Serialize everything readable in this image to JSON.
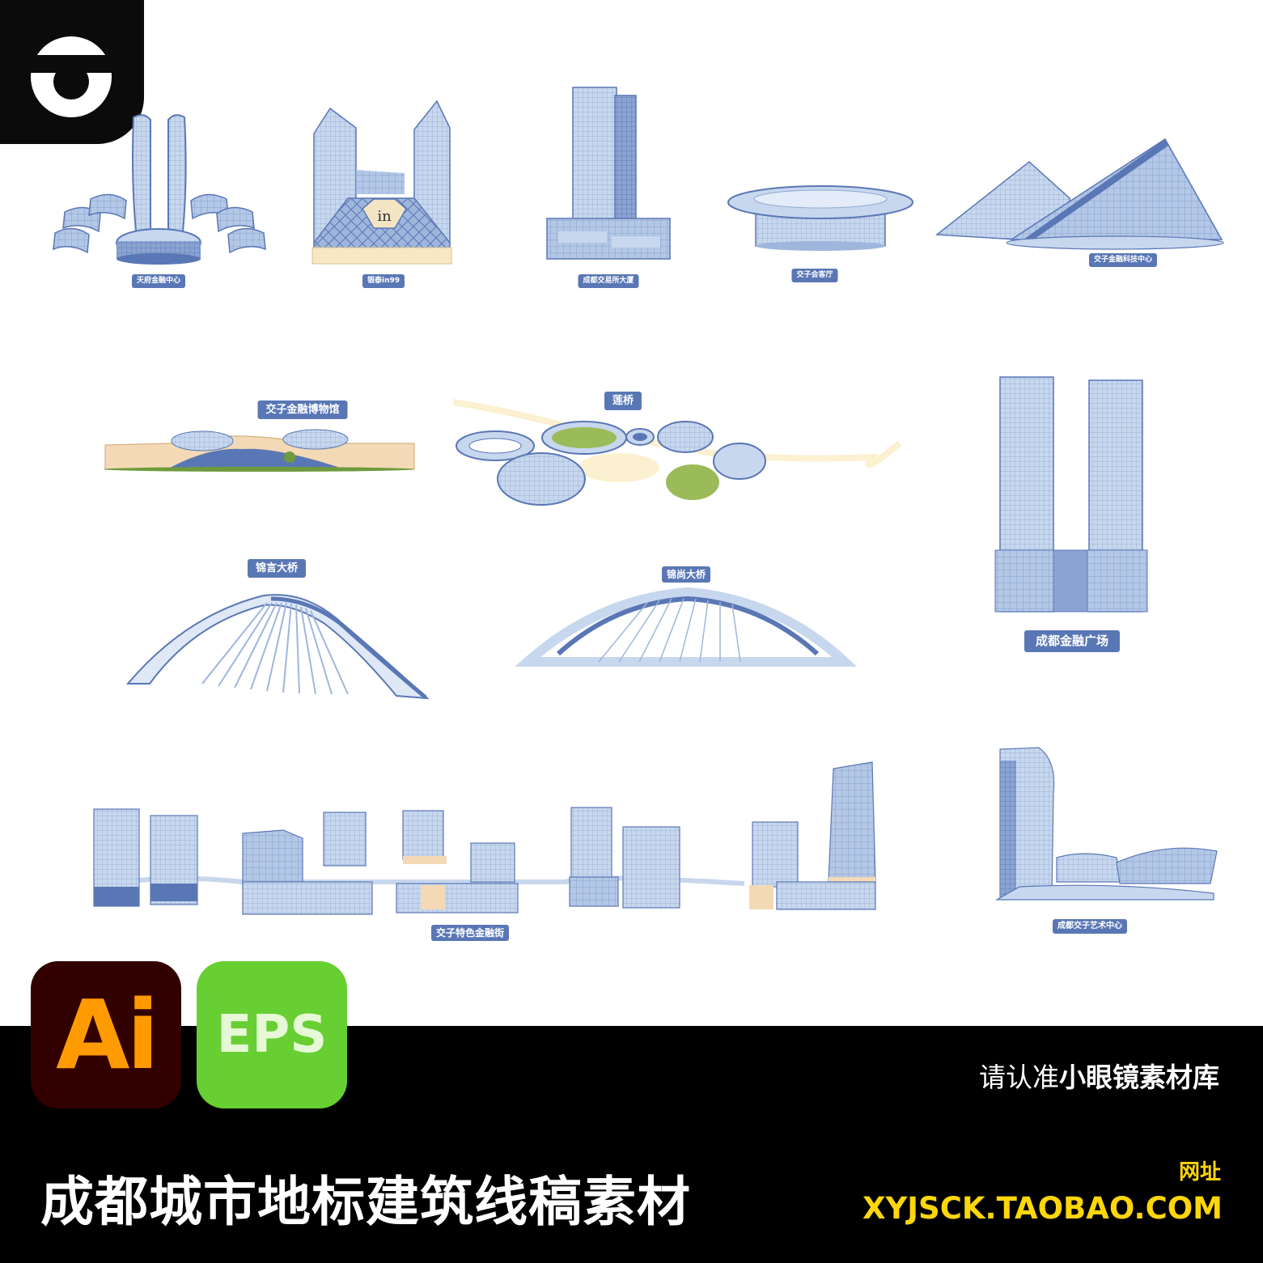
{
  "colors": {
    "label_bg": "#5a77b5",
    "building_light": "#c7d7ee",
    "building_mid": "#9fb6dc",
    "building_dark": "#5a77b5",
    "beige": "#f3d9b5",
    "green": "#9bbb59",
    "ai_bg": "#330000",
    "ai_fg": "#ff9a00",
    "eps_bg": "#67cf32",
    "accent_yellow": "#ffd60a"
  },
  "logo": {
    "icon": "eye-logo-icon"
  },
  "landmarks": [
    {
      "key": "tianfu",
      "label": "天府金融中心"
    },
    {
      "key": "in99",
      "label": "银泰in99",
      "sign": "in"
    },
    {
      "key": "exchange",
      "label": "成都交易所大厦"
    },
    {
      "key": "guest_hall",
      "label": "交子会客厅"
    },
    {
      "key": "tech_center",
      "label": "交子金融科技中心"
    },
    {
      "key": "museum",
      "label": "交子金融博物馆"
    },
    {
      "key": "lotus_bridge",
      "label": "莲桥"
    },
    {
      "key": "jinyan_bridge",
      "label": "锦言大桥"
    },
    {
      "key": "jinshang_bridge",
      "label": "锦尚大桥"
    },
    {
      "key": "finance_plaza",
      "label": "成都金融广场"
    },
    {
      "key": "finance_street",
      "label": "交子特色金融街"
    },
    {
      "key": "art_center",
      "label": "成都交子艺术中心"
    }
  ],
  "badges": {
    "ai": "Ai",
    "eps": "EPS"
  },
  "footer": {
    "title": "成都城市地标建筑线稿素材",
    "notice_prefix": "请认准",
    "notice_brand": "小眼镜素材库",
    "url_label": "网址",
    "url": "XYJSCK.TAOBAO.COM"
  }
}
